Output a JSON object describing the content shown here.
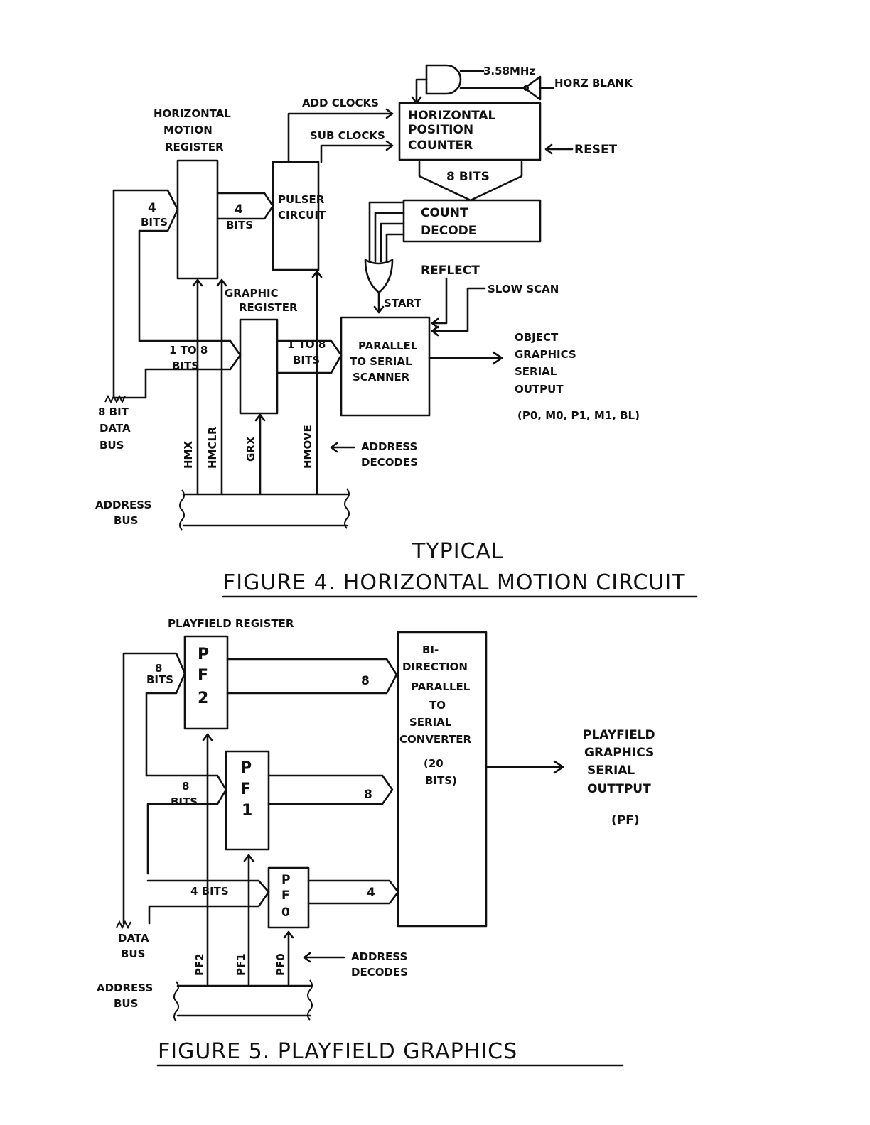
{
  "figure4": {
    "title_line1": "TYPICAL",
    "title_line2": "FIGURE 4.  HORIZONTAL MOTION CIRCUIT",
    "clock": "3.58MHz",
    "horz_blank": "HORZ BLANK",
    "add_clocks": "ADD CLOCKS",
    "sub_clocks": "SUB CLOCKS",
    "hpc_line1": "HORIZONTAL",
    "hpc_line2": "POSITION",
    "hpc_line3": "COUNTER",
    "reset": "RESET",
    "eight_bits": "8 BITS",
    "count_decode_line1": "COUNT",
    "count_decode_line2": "DECODE",
    "hmr_line1": "HORIZONTAL",
    "hmr_line2": "MOTION",
    "hmr_line3": "REGISTER",
    "pulser_line1": "PULSER",
    "pulser_line2": "CIRCUIT",
    "bits4_a_n": "4",
    "bits4_a_t": "BITS",
    "bits4_b_n": "4",
    "bits4_b_t": "BITS",
    "reflect": "REFLECT",
    "slow_scan": "SLOW SCAN",
    "start": "START",
    "graphic_line1": "GRAPHIC",
    "graphic_line2": "REGISTER",
    "one_to_8_a1": "1 TO 8",
    "one_to_8_a2": "BITS",
    "one_to_8_b1": "1 TO 8",
    "one_to_8_b2": "BITS",
    "pts_line1": "PARALLEL",
    "pts_line2": "TO SERIAL",
    "pts_line3": "SCANNER",
    "out_line1": "OBJECT",
    "out_line2": "GRAPHICS",
    "out_line3": "SERIAL",
    "out_line4": "OUTPUT",
    "out_line5": "(P0, M0, P1, M1, BL)",
    "databus_line1": "8 BIT",
    "databus_line2": "DATA",
    "databus_line3": "BUS",
    "sig_hmx": "HMX",
    "sig_hmclr": "HMCLR",
    "sig_grx": "GRX",
    "sig_hmove": "HMOVE",
    "addr_dec_line1": "ADDRESS",
    "addr_dec_line2": "DECODES",
    "addr_bus_line1": "ADDRESS",
    "addr_bus_line2": "BUS"
  },
  "figure5": {
    "title": "FIGURE 5.  PLAYFIELD GRAPHICS",
    "pf_register": "PLAYFIELD REGISTER",
    "pf2_l1": "P",
    "pf2_l2": "F",
    "pf2_l3": "2",
    "pf1_l1": "P",
    "pf1_l2": "F",
    "pf1_l3": "1",
    "pf0_l1": "P",
    "pf0_l2": "F",
    "pf0_l3": "0",
    "bits8_a_n": "8",
    "bits8_a_t": "BITS",
    "bits8_b_n": "8",
    "bits8_b_t": "BITS",
    "bits4": "4 BITS",
    "bus8_a": "8",
    "bus8_b": "8",
    "bus4": "4",
    "conv_l1": "BI-",
    "conv_l2": "DIRECTION",
    "conv_l3": "PARALLEL",
    "conv_l4": "TO",
    "conv_l5": "SERIAL",
    "conv_l6": "CONVERTER",
    "conv_l7": "(20",
    "conv_l8": "BITS)",
    "out_l1": "PLAYFIELD",
    "out_l2": "GRAPHICS",
    "out_l3": "SERIAL",
    "out_l4": "OUTTPUT",
    "out_l5": "(PF)",
    "data_bus_l1": "DATA",
    "data_bus_l2": "BUS",
    "sig_pf2": "PF2",
    "sig_pf1": "PF1",
    "sig_pf0": "PF0",
    "addr_dec_l1": "ADDRESS",
    "addr_dec_l2": "DECODES",
    "addr_bus_l1": "ADDRESS",
    "addr_bus_l2": "BUS"
  }
}
